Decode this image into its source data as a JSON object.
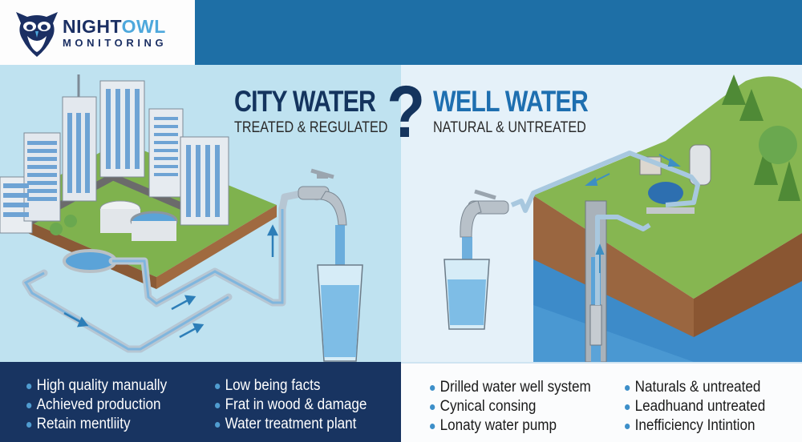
{
  "brand": {
    "name_part1": "NIGHT",
    "name_part2": "OWL",
    "tagline": "MONITORING",
    "primary_color": "#1b2f63",
    "accent_color": "#4ea8dc"
  },
  "header": {
    "band_color": "#1e6fa6"
  },
  "comparison": {
    "separator": "?",
    "left": {
      "title": "CITY WATER",
      "subtitle": "TREATED & REGULATED",
      "title_color": "#14345e",
      "illustration": "city-water-treatment-plant",
      "bullets_col1": [
        "High quality manually",
        "Achieved production",
        "Retain mentliity"
      ],
      "bullets_col2": [
        "Low being facts",
        "Frat in wood & damage",
        "Water treatment plant"
      ]
    },
    "right": {
      "title": "WELL WATER",
      "subtitle": "NATURAL & UNTREATED",
      "title_color": "#1e6fb0",
      "illustration": "drilled-well-with-pump",
      "bullets_col1": [
        "Drilled water well system",
        "Cynical consing",
        "Lonaty water pump"
      ],
      "bullets_col2": [
        "Naturals & untreated",
        "Leadhuand untreated",
        "Inefficiency Intintion"
      ]
    }
  }
}
